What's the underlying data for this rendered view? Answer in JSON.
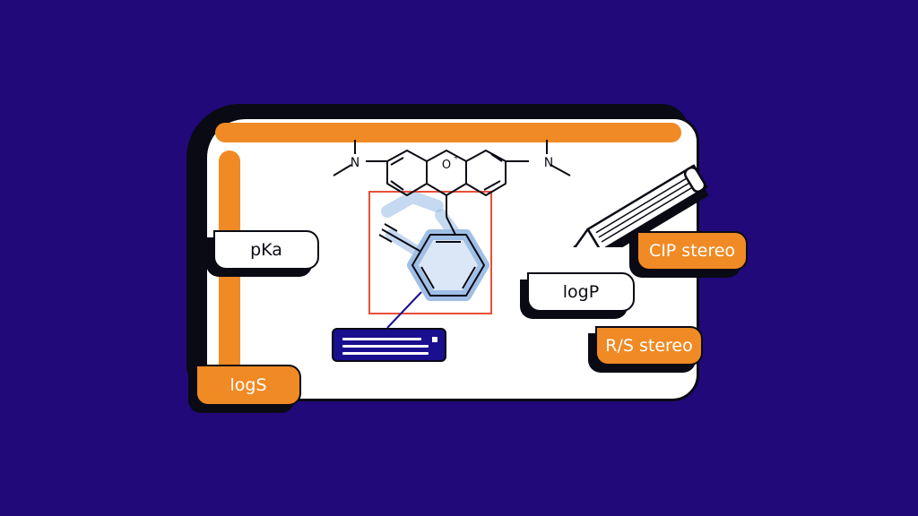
{
  "colors": {
    "background": "#21097a",
    "card": "#ffffff",
    "accent_orange": "#f08a24",
    "outline": "#0a0a14",
    "highlight_box": "#e8503a",
    "highlight_fill": "#cfe0f5",
    "callout": "#1a0f8f"
  },
  "molecule": {
    "oxonium_label": "O",
    "oxonium_charge": "+",
    "left_amine_label": "N",
    "right_amine_label": "N"
  },
  "tags": {
    "pka": "pKa",
    "logp": "logP",
    "logs": "logS",
    "cip_stereo": "CIP stereo",
    "rs_stereo": "R/S stereo"
  },
  "icons": {
    "pencil": "pencil-icon",
    "text_callout": "text-callout-icon"
  }
}
